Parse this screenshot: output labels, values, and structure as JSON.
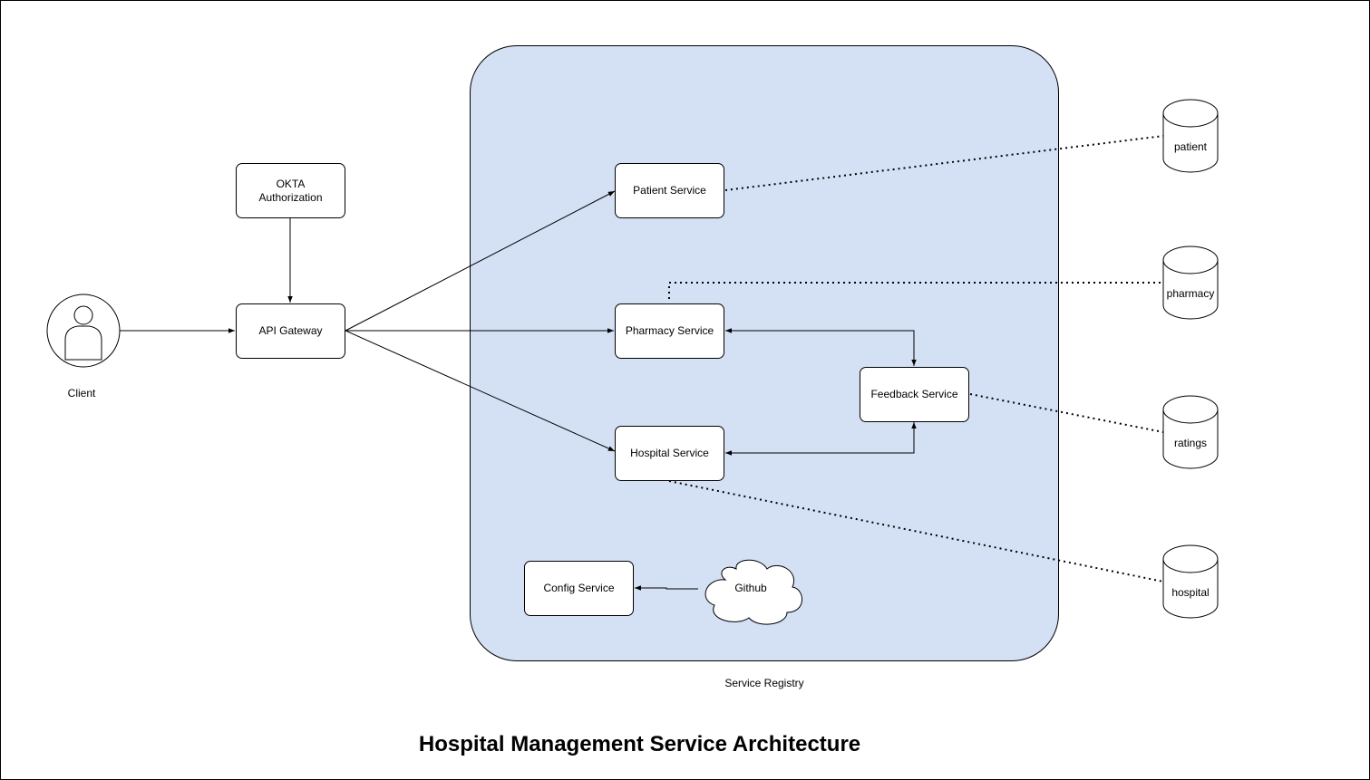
{
  "title": "Hospital Management Service Architecture",
  "client": {
    "label": "Client"
  },
  "okta": {
    "label": "OKTA\nAuthorization"
  },
  "gateway": {
    "label": "API Gateway"
  },
  "registry": {
    "label": "Service Registry"
  },
  "services": {
    "patient": "Patient Service",
    "pharmacy": "Pharmacy Service",
    "hospital": "Hospital Service",
    "feedback": "Feedback Service",
    "config": "Config Service"
  },
  "github": {
    "label": "Github"
  },
  "databases": {
    "patient": "patient",
    "pharmacy": "pharmacy",
    "ratings": "ratings",
    "hospital": "hospital"
  },
  "colors": {
    "registry_fill": "#d4e1f5",
    "stroke": "#000000",
    "background": "#ffffff"
  }
}
